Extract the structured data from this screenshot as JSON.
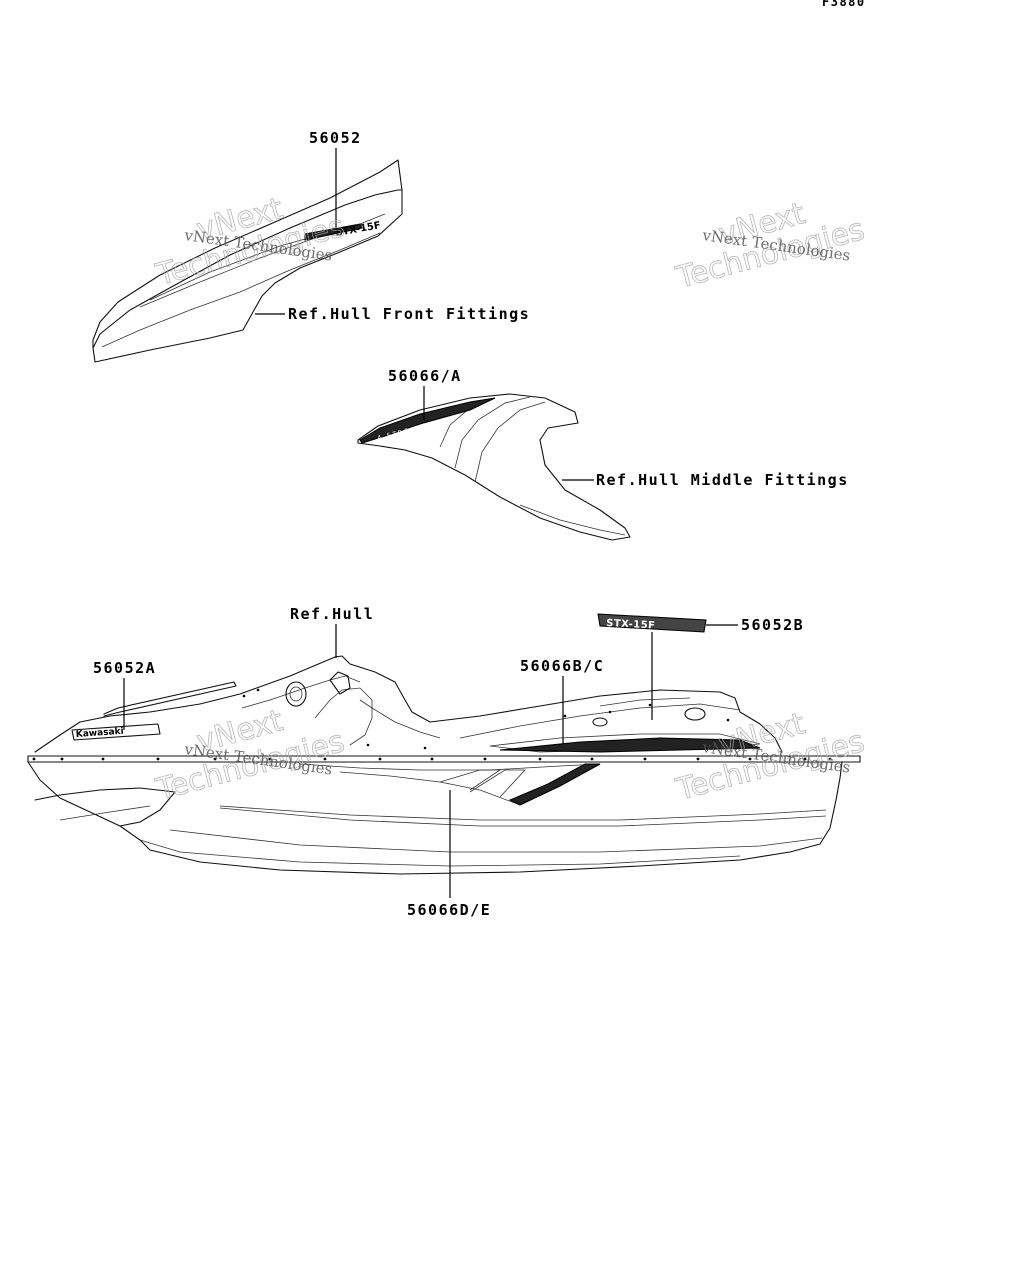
{
  "figure_code": "F3880",
  "watermark": {
    "line1": "vNext Technologies",
    "line2": "vNext",
    "line3": "Technologies"
  },
  "callouts": {
    "c1": "56052",
    "c2": "Ref.Hull Front Fittings",
    "c3": "56066/A",
    "c4": "Ref.Hull Middle Fittings",
    "c5": "Ref.Hull",
    "c6": "56052A",
    "c7": "56066B/C",
    "c8": "56052B",
    "c9": "56066D/E"
  },
  "decals": {
    "brand": "Kawasaki",
    "model": "STX-15F",
    "engine": "4 STROKE",
    "front_model": "STX-15F"
  }
}
